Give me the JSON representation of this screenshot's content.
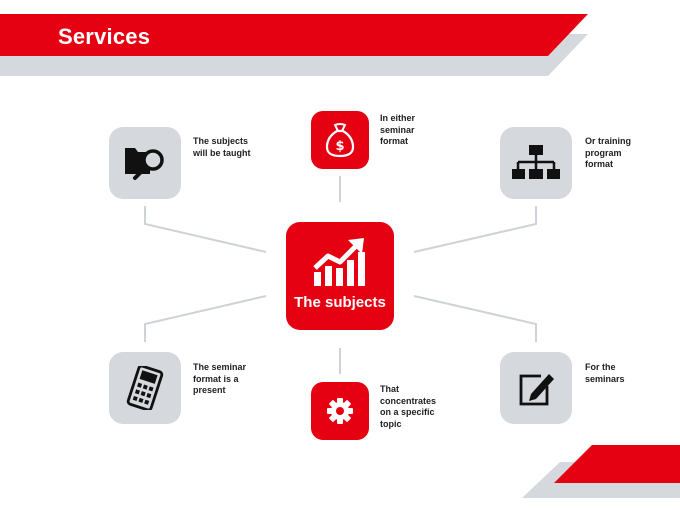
{
  "header": {
    "title": "Services"
  },
  "center": {
    "label": "The subjects",
    "icon": "growth-chart-icon"
  },
  "nodes": {
    "top_left": {
      "text": "The subjects\nwill be taught",
      "icon": "search-folder-icon"
    },
    "top_center": {
      "text": "In either\nseminar\nformat",
      "icon": "money-bag-icon"
    },
    "top_right": {
      "text": "Or training\nprogram\nformat",
      "icon": "org-chart-icon"
    },
    "bottom_left": {
      "text": "The seminar\nformat  is a\npresent",
      "icon": "calculator-icon"
    },
    "bottom_center": {
      "text": "That\nconcentrates\non a specific\ntopic",
      "icon": "gear-icon"
    },
    "bottom_right": {
      "text": "For the\nseminars",
      "icon": "edit-icon"
    }
  },
  "colors": {
    "accent": "#e50012",
    "tile_grey": "#d5d8dc",
    "line_grey": "#cfd2d6"
  }
}
